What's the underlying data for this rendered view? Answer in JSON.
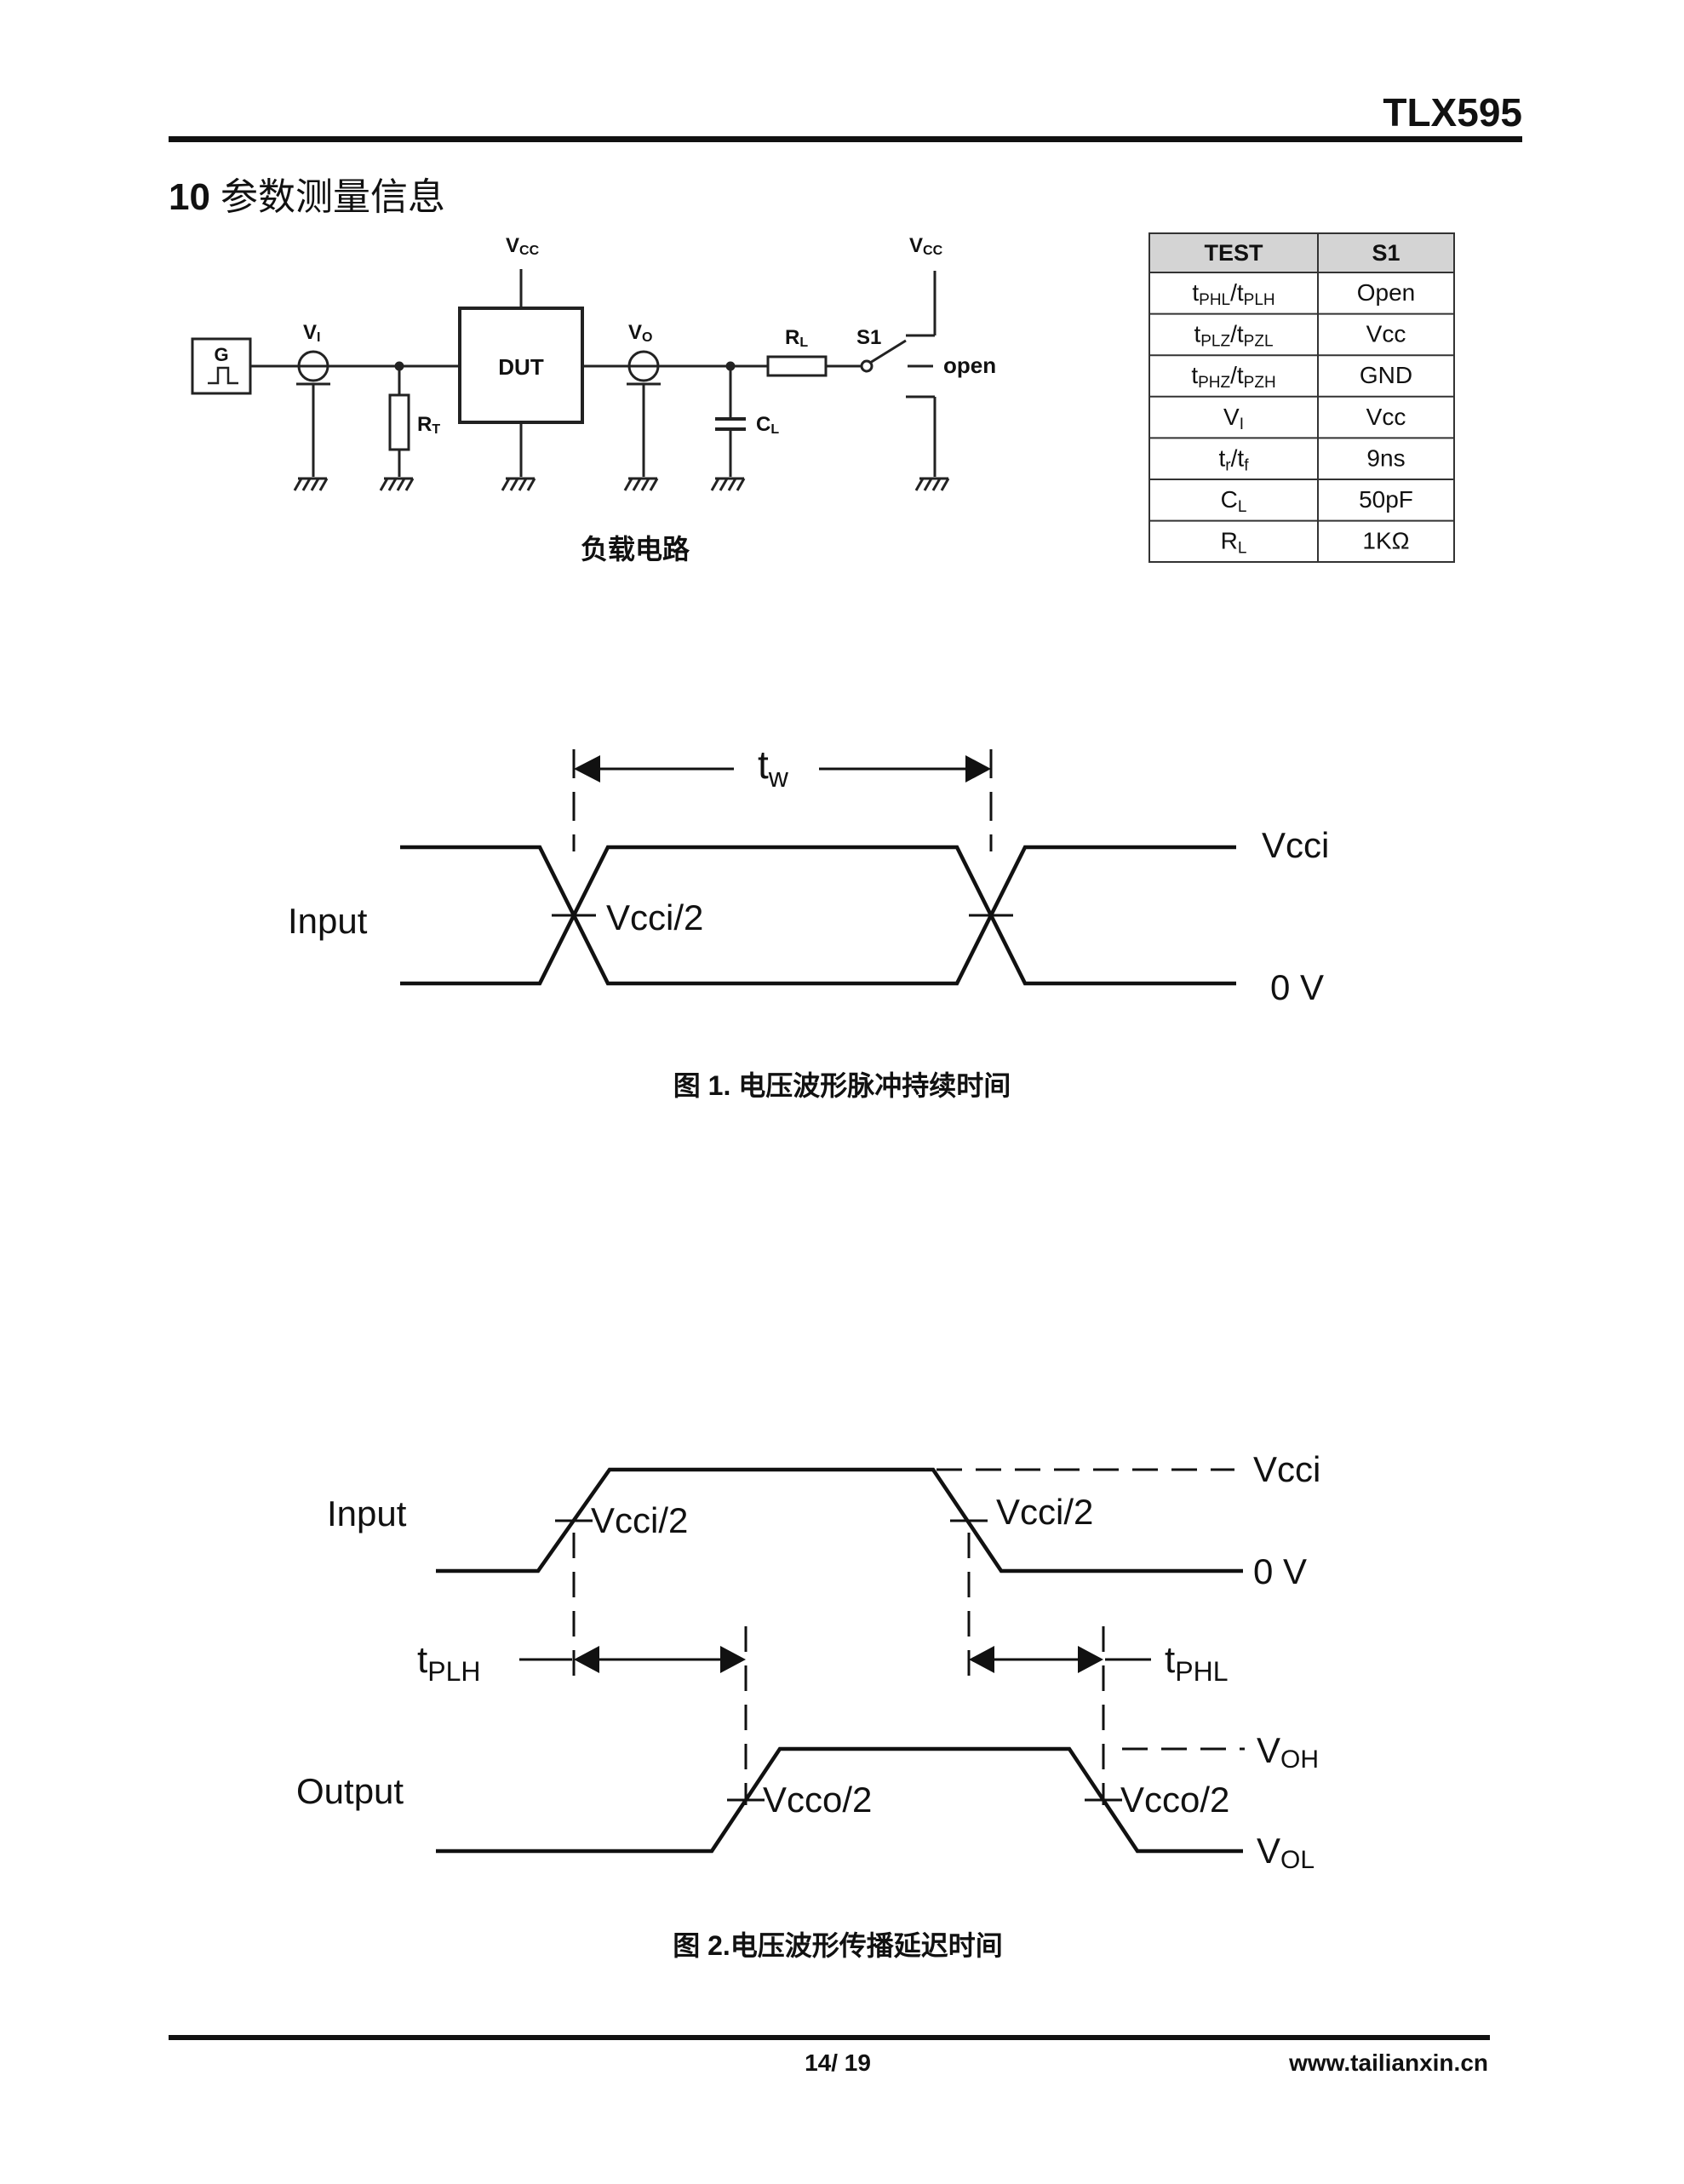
{
  "header": {
    "part_number": "TLX595"
  },
  "section": {
    "number": "10",
    "title": "参数测量信息"
  },
  "circuit": {
    "vcc1": "V",
    "vcc1_sub": "CC",
    "vcc2": "V",
    "vcc2_sub": "CC",
    "generator": "G",
    "vi": "V",
    "vi_sub": "I",
    "rt": "R",
    "rt_sub": "T",
    "dut": "DUT",
    "vo": "V",
    "vo_sub": "O",
    "cl": "C",
    "cl_sub": "L",
    "rl": "R",
    "rl_sub": "L",
    "s1": "S1",
    "open": "open",
    "caption": "负载电路"
  },
  "test_table": {
    "headers": [
      "TEST",
      "S1"
    ],
    "rows": [
      {
        "t1": "t",
        "s1": "PHL",
        "t2": "/t",
        "s2": "PLH",
        "value": "Open"
      },
      {
        "t1": "t",
        "s1": "PLZ",
        "t2": "/t",
        "s2": "PZL",
        "value": "Vcc"
      },
      {
        "t1": "t",
        "s1": "PHZ",
        "t2": "/t",
        "s2": "PZH",
        "value": "GND"
      },
      {
        "t1": "V",
        "s1": "I",
        "t2": "",
        "s2": "",
        "value": "Vcc"
      },
      {
        "t1": "t",
        "s1": "r",
        "t2": "/t",
        "s2": "f",
        "value": "9ns"
      },
      {
        "t1": "C",
        "s1": "L",
        "t2": "",
        "s2": "",
        "value": "50pF"
      },
      {
        "t1": "R",
        "s1": "L",
        "t2": "",
        "s2": "",
        "value": "1KΩ"
      }
    ]
  },
  "figure1": {
    "tw": "t",
    "tw_sub": "w",
    "input_label": "Input",
    "vcci": "Vcci",
    "half": "Vcci/2",
    "zero": "0 V",
    "caption": "图 1. 电压波形脉冲持续时间"
  },
  "figure2": {
    "input_label": "Input",
    "output_label": "Output",
    "vcci": "Vcci",
    "half_rise": "Vcci/2",
    "half_fall": "Vcci/2",
    "zero": "0 V",
    "tplh": "t",
    "tplh_sub": "PLH",
    "tphl": "t",
    "tphl_sub": "PHL",
    "voh": "V",
    "voh_sub": "OH",
    "vol": "V",
    "vol_sub": "OL",
    "vcco_rise": "Vcco/2",
    "vcco_fall": "Vcco/2",
    "caption": "图 2.电压波形传播延迟时间"
  },
  "footer": {
    "page": "14/ 19",
    "website": "www.tailianxin.cn"
  }
}
